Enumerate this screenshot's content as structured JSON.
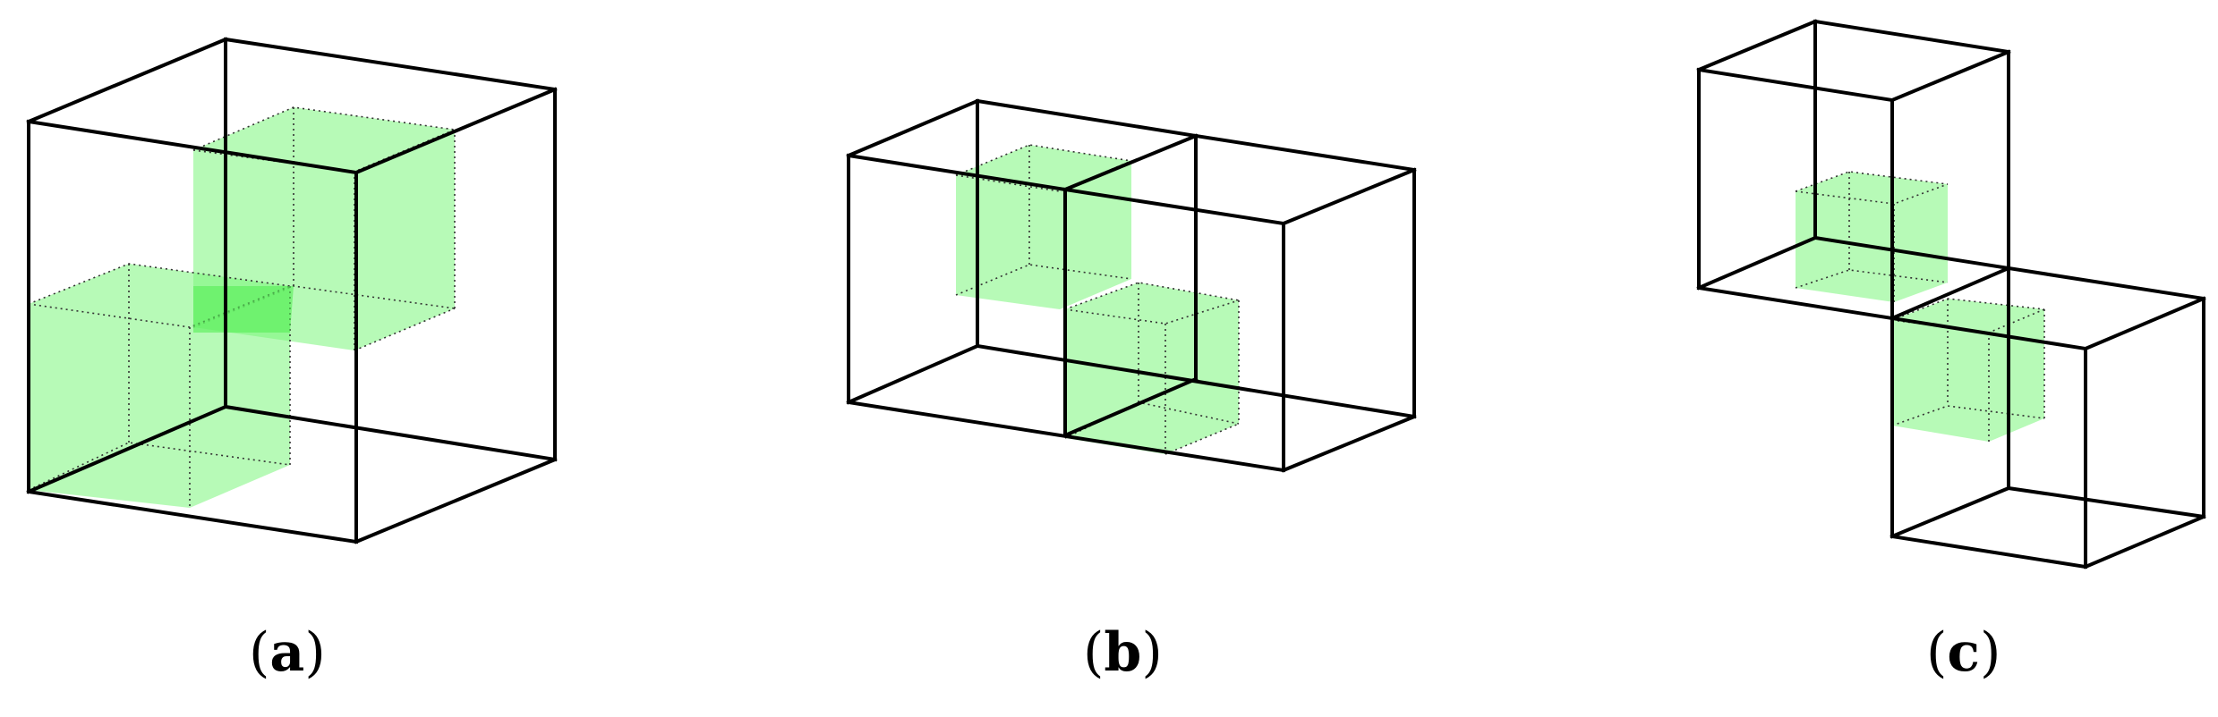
{
  "colors": {
    "edge": "#000000",
    "subcell_fill": "#7CF57C",
    "overlap_fill": "#55EE55"
  },
  "panels": [
    {
      "id": "a",
      "label": "a"
    },
    {
      "id": "b",
      "label": "b"
    },
    {
      "id": "c",
      "label": "c"
    }
  ]
}
